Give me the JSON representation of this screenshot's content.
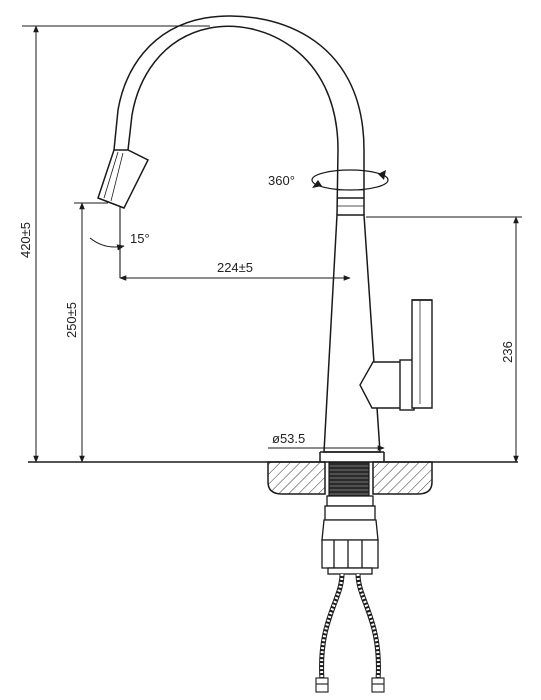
{
  "dimensions": {
    "total_height": "420±5",
    "spout_height": "250±5",
    "body_height": "236",
    "spout_reach": "224±5",
    "base_diameter": "ø53.5",
    "rotation": "360°",
    "spray_angle": "15°"
  },
  "colors": {
    "line": "#1a1a1a",
    "hatch": "#333333",
    "background": "#ffffff"
  }
}
